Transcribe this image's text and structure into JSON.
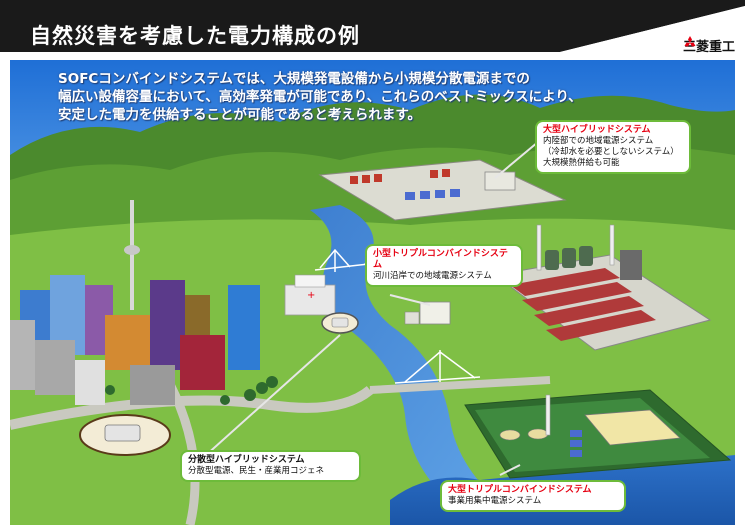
{
  "header": {
    "title": "自然災害を考慮した電力構成の例",
    "logo": "三菱重工",
    "colors": {
      "bar": "#1a1a1a",
      "accent": "#e60012"
    }
  },
  "intro": {
    "lines": [
      "SOFCコンバインドシステムでは、大規模発電設備から小規模分散電源までの",
      "幅広い設備容量において、高効率発電が可能であり、これらのベストミックスにより、",
      "安定した電力を供給することが可能であると考えられます。"
    ]
  },
  "callouts": {
    "large_hybrid": {
      "title": "大型ハイブリッドシステム",
      "lines": [
        "内陸部での地域電源システム",
        "（冷却水を必要としないシステム）",
        "大規模熱併給も可能"
      ]
    },
    "small_triple": {
      "title": "小型トリプルコンバインドシステム",
      "lines": [
        "河川沿岸での地域電源システム"
      ]
    },
    "distributed_hybrid": {
      "title": "分散型ハイブリッドシステム",
      "lines": [
        "分散型電源、民生・産業用コジェネ"
      ]
    },
    "large_triple": {
      "title": "大型トリプルコンバインドシステム",
      "lines": [
        "事業用集中電源システム"
      ]
    }
  }
}
